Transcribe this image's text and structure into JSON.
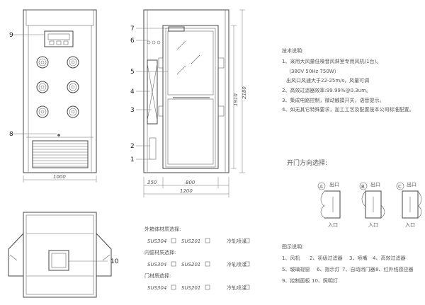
{
  "front_view": {
    "width_dim": "1000",
    "callouts": {
      "c9": "9",
      "c8": "8"
    }
  },
  "side_view": {
    "dims": {
      "d250": "250",
      "d800": "800",
      "d1200": "1200",
      "d1910": "1910",
      "d2180": "2180"
    },
    "callouts": [
      "7",
      "6",
      "5",
      "4",
      "3",
      "2",
      "1"
    ]
  },
  "top_view": {
    "callout": "10"
  },
  "tech_notes": {
    "title": "技术说明:",
    "lines": [
      "1、采用大风量低噪音风淋室专用风机(1台)。",
      "（380V 50Hz 750W）",
      "出风口风速大于22-25m/s，风量可调",
      "2、高效过滤器效率:99.99%@0.3um。",
      "3、集成电路控制，微动触摸开关，语音提示。",
      "4、如无其它特殊要求，加工工艺及配置按本公司标准配置。"
    ]
  },
  "door_direction": {
    "title": "开门方向选择:",
    "options": [
      {
        "label": "A",
        "exit": "出口",
        "entry": "入口"
      },
      {
        "label": "B",
        "exit": "出口",
        "entry": "入口"
      },
      {
        "label": "C",
        "exit": "出口",
        "entry": "入口"
      }
    ]
  },
  "materials": {
    "groups": [
      {
        "title": "外箱体材质选择:",
        "opt1": "SUS304",
        "opt2": "SUS201",
        "opt3": "冷轧喷涂"
      },
      {
        "title": "内壁材质选择:",
        "opt1": "SUS304",
        "opt2": "SUS201",
        "opt3": "冷轧喷涂"
      },
      {
        "title": "门材质选择:",
        "opt1": "SUS304",
        "opt2": "SUS201",
        "opt3": "冷轧喷涂"
      }
    ]
  },
  "legend": {
    "title": "图示说明:",
    "rows": [
      [
        "1、风机",
        "2、初级过滤器",
        "3、喷嘴",
        "4、高效过滤器"
      ],
      [
        "5、玻璃视窗",
        "6、指示灯",
        "7、自动闭门器",
        "8、红外线感应器"
      ],
      [
        "9、控制面板",
        "10、照明灯"
      ]
    ]
  }
}
